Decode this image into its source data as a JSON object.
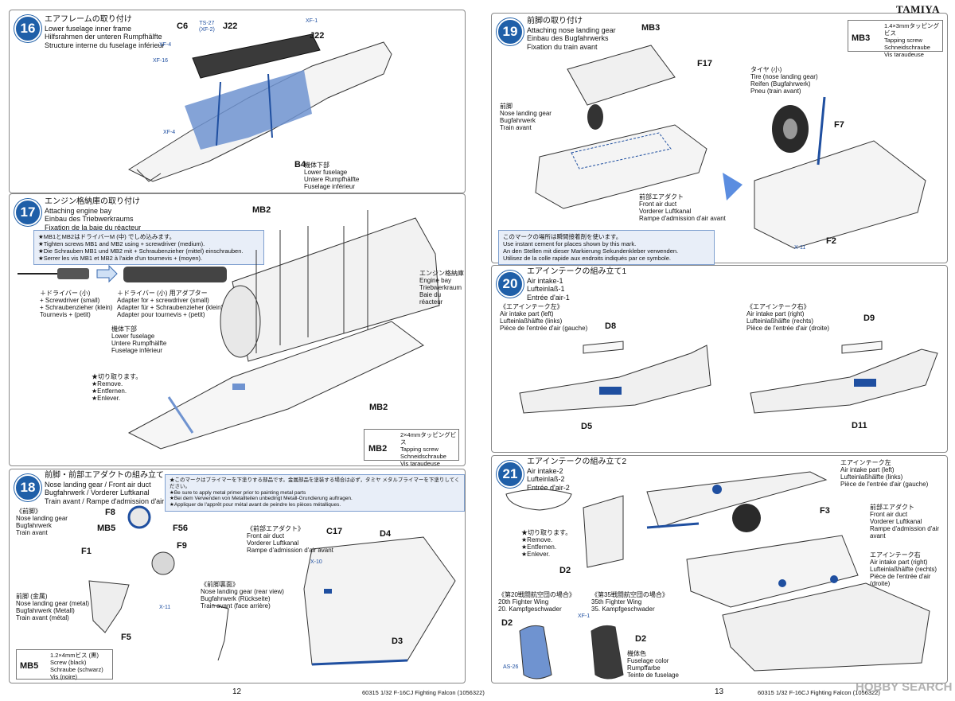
{
  "brand": "TAMIYA",
  "page_left": "12",
  "page_right": "13",
  "footer_left": "60315  1/32 F-16CJ Fighting Falcon (1056322)",
  "footer_right": "60315  1/32 F-16CJ Fighting Falcon (1056322)",
  "watermark": "HOBBY SEARCH",
  "colors": {
    "step_blue": "#1f5fa8",
    "part_blue": "#6f93d0"
  },
  "step16": {
    "num": "16",
    "jp": "エアフレームの取り付け",
    "en": "Lower fuselage inner frame",
    "de": "Hilfsrahmen der unteren Rumpfhälfte",
    "fr": "Structure interne du fuselage inférieur",
    "parts": {
      "c6": "C6",
      "j22a": "J22",
      "j22b": "J22",
      "b4": "B4"
    },
    "b4_jp": "機体下部",
    "b4_en": "Lower fuselage",
    "b4_de": "Untere Rumpfhälfte",
    "b4_fr": "Fuselage inférieur",
    "ts": "TS-27",
    "xf2": "(XF-2)",
    "xf1": "XF-1",
    "xf4": "XF-4",
    "xf16": "XF-16"
  },
  "step17": {
    "num": "17",
    "jp": "エンジン格納庫の取り付け",
    "en": "Attaching engine bay",
    "de": "Einbau des Triebwerkraums",
    "fr": "Fixation de la baie du réacteur",
    "note_jp": "★MB1とMB2はドライバーM (中) でしめ込みます。",
    "note_en": "★Tighten screws MB1 and MB2 using + screwdriver (medium).",
    "note_de": "★Die Schrauben MB1 und MB2 mit + Schraubenzieher (mittel) einschrauben.",
    "note_fr": "★Serrer les vis MB1 et MB2 à l'aide d'un tournevis + (moyen).",
    "driver_jp": "＋ドライバー (小)",
    "driver_en": "+ Screwdriver (small)",
    "driver_de": "+ Schraubenzieher (klein)",
    "driver_fr": "Tournevis + (petit)",
    "adapter_jp": "＋ドライバー (小) 用アダプター",
    "adapter_en": "Adapter for + screwdriver (small)",
    "adapter_de": "Adapter für + Schraubenzieher (klein)",
    "adapter_fr": "Adapter pour tournevis + (petit)",
    "bay_jp": "エンジン格納庫",
    "bay_en": "Engine bay",
    "bay_de": "Triebwerkraum",
    "bay_fr": "Baie du réacteur",
    "fus_jp": "機体下部",
    "fus_en": "Lower fuselage",
    "fus_de": "Untere Rumpfhälfte",
    "fus_fr": "Fuselage inférieur",
    "cut_jp": "★切り取ります。",
    "cut_en": "★Remove.",
    "cut_de": "★Entfernen.",
    "cut_fr": "★Enlever.",
    "mb2a": "MB2",
    "mb2b": "MB2",
    "screw_jp": "2×4mmタッピングビス",
    "screw_en": "Tapping screw",
    "screw_de": "Schneidschraube",
    "screw_fr": "Vis taraudeuse",
    "screw_code": "MB2"
  },
  "step18": {
    "num": "18",
    "jp": "前脚・前部エアダクトの組み立て",
    "en": "Nose landing gear / Front air duct",
    "de": "Bugfahrwerk / Vorderer Luftkanal",
    "fr": "Train avant / Rampe d'admission d'air avant",
    "note_jp": "★このマークはプライマーを下塗りする部品です。金属部品を塗装する場合は必ず，タミヤ メタルプライマーを下塗りしてください。",
    "note_en": "★Be sure to apply metal primer prior to painting metal parts",
    "note_de": "★Bei dem Verwenden von Metallteilen unbedingt Metall-Grundierung auftragen.",
    "note_fr": "★Appliquer de l'apprêt pour métal avant de peindre les pièces métalliques.",
    "gear_jp": "《前脚》",
    "gear_en": "Nose landing gear",
    "gear_de": "Bugfahrwerk",
    "gear_fr": "Train avant",
    "metal_jp": "前脚 (金属)",
    "metal_en": "Nose landing gear (metal)",
    "metal_de": "Bugfahrwerk (Metall)",
    "metal_fr": "Train avant (métal)",
    "duct_jp": "《前部エアダクト》",
    "duct_en": "Front air duct",
    "duct_de": "Vorderer Luftkanal",
    "duct_fr": "Rampe d'admission d'air avant",
    "rear_jp": "《前脚裏面》",
    "rear_en": "Nose landing gear (rear view)",
    "rear_de": "Bugfahrwerk (Rückseite)",
    "rear_fr": "Train avant (face arrière)",
    "parts": {
      "f8": "F8",
      "mb5": "MB5",
      "f56": "F56",
      "f9": "F9",
      "f1": "F1",
      "f5": "F5",
      "c17": "C17",
      "d4": "D4",
      "d3": "D3"
    },
    "x10": "X-10",
    "x11": "X-11",
    "screw_jp": "1.2×4mmビス (黒)",
    "screw_en": "Screw (black)",
    "screw_de": "Schraube (schwarz)",
    "screw_fr": "Vis (noire)",
    "screw_code": "MB5"
  },
  "step19": {
    "num": "19",
    "jp": "前脚の取り付け",
    "en": "Attaching nose landing gear",
    "de": "Einbau des Bugfahrwerks",
    "fr": "Fixation du train avant",
    "parts": {
      "mb3": "MB3",
      "f17": "F17",
      "f7": "F7",
      "f2": "F2"
    },
    "gear_jp": "前脚",
    "gear_en": "Nose landing gear",
    "gear_de": "Bugfahrwerk",
    "gear_fr": "Train avant",
    "tire_jp": "タイヤ (小)",
    "tire_en": "Tire (nose landing gear)",
    "tire_de": "Reifen (Bugfahrwerk)",
    "tire_fr": "Pneu (train avant)",
    "duct_jp": "前部エアダクト",
    "duct_en": "Front air duct",
    "duct_de": "Vorderer Luftkanal",
    "duct_fr": "Rampe d'admission d'air avant",
    "x11": "X-11",
    "cement_jp": "このマークの場所は瞬間接着剤を使います。",
    "cement_en": "Use instant cement for places shown by this mark.",
    "cement_de": "An den Stellen mit dieser Markierung Sekundenkleber verwenden.",
    "cement_fr": "Utilisez de la colle rapide aux endroits indiqués par ce symbole.",
    "screw_jp": "1.4×3mmタッピングビス",
    "screw_en": "Tapping screw",
    "screw_de": "Schneidschraube",
    "screw_fr": "Vis taraudeuse",
    "screw_code": "MB3"
  },
  "step20": {
    "num": "20",
    "jp": "エアインテークの組み立て1",
    "en": "Air intake-1",
    "de": "Lufteinlaß-1",
    "fr": "Entrée d'air-1",
    "left_jp": "《エアインテーク左》",
    "left_en": "Air intake part (left)",
    "left_de": "Lufteinlaßhälfte (links)",
    "left_fr": "Pièce de l'entrée d'air (gauche)",
    "right_jp": "《エアインテーク右》",
    "right_en": "Air intake part (right)",
    "right_de": "Lufteinlaßhälfte (rechts)",
    "right_fr": "Pièce de l'entrée d'air (droite)",
    "parts": {
      "d8": "D8",
      "d5": "D5",
      "d9": "D9",
      "d11": "D11"
    }
  },
  "step21": {
    "num": "21",
    "jp": "エアインテークの組み立て2",
    "en": "Air intake-2",
    "de": "Lufteinlaß-2",
    "fr": "Entrée d'air-2",
    "left_jp": "エアインテーク左",
    "left_en": "Air intake part (left)",
    "left_de": "Lufteinlaßhälfte (links)",
    "left_fr": "Pièce de l'entrée d'air (gauche)",
    "duct_jp": "前部エアダクト",
    "duct_en": "Front air duct",
    "duct_de": "Vorderer Luftkanal",
    "duct_fr": "Rampe d'admission d'air avant",
    "right_jp": "エアインテーク右",
    "right_en": "Air intake part (right)",
    "right_de": "Lufteinlaßhälfte (rechts)",
    "right_fr": "Pièce de l'entrée d'air (droite)",
    "cut_jp": "★切り取ります。",
    "cut_en": "★Remove.",
    "cut_de": "★Entfernen.",
    "cut_fr": "★Enlever.",
    "w20_jp": "《第20戦闘航空団の場合》",
    "w20_en": "20th Fighter Wing",
    "w20_de": "20. Kampfgeschwader",
    "w35_jp": "《第35戦闘航空団の場合》",
    "w35_en": "35th Fighter Wing",
    "w35_de": "35. Kampfgeschwader",
    "fus_jp": "機体色",
    "fus_en": "Fuselage color",
    "fus_de": "Rumpffarbe",
    "fus_fr": "Teinte de fuselage",
    "parts": {
      "f3": "F3",
      "d2a": "D2",
      "d2b": "D2",
      "d2c": "D2"
    },
    "as26": "AS-26",
    "xf1": "XF-1"
  }
}
